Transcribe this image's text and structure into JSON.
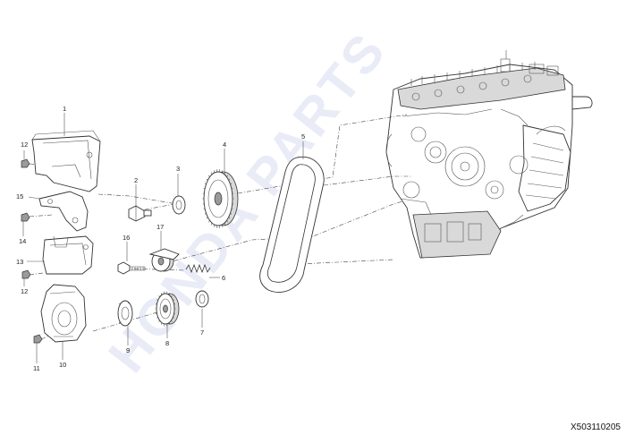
{
  "diagram": {
    "watermark": "HONDA PARTS",
    "drawing_code": "X503110205",
    "callouts": [
      {
        "id": "c1",
        "label": "1"
      },
      {
        "id": "c2",
        "label": "2"
      },
      {
        "id": "c3",
        "label": "3"
      },
      {
        "id": "c4",
        "label": "4"
      },
      {
        "id": "c5",
        "label": "5"
      },
      {
        "id": "c6",
        "label": "6"
      },
      {
        "id": "c7",
        "label": "7"
      },
      {
        "id": "c8",
        "label": "8"
      },
      {
        "id": "c9",
        "label": "9"
      },
      {
        "id": "c10",
        "label": "10"
      },
      {
        "id": "c11",
        "label": "11"
      },
      {
        "id": "c12a",
        "label": "12"
      },
      {
        "id": "c12b",
        "label": "12"
      },
      {
        "id": "c13",
        "label": "13"
      },
      {
        "id": "c14",
        "label": "14"
      },
      {
        "id": "c15",
        "label": "15"
      },
      {
        "id": "c16",
        "label": "16"
      },
      {
        "id": "c17",
        "label": "17"
      }
    ]
  }
}
